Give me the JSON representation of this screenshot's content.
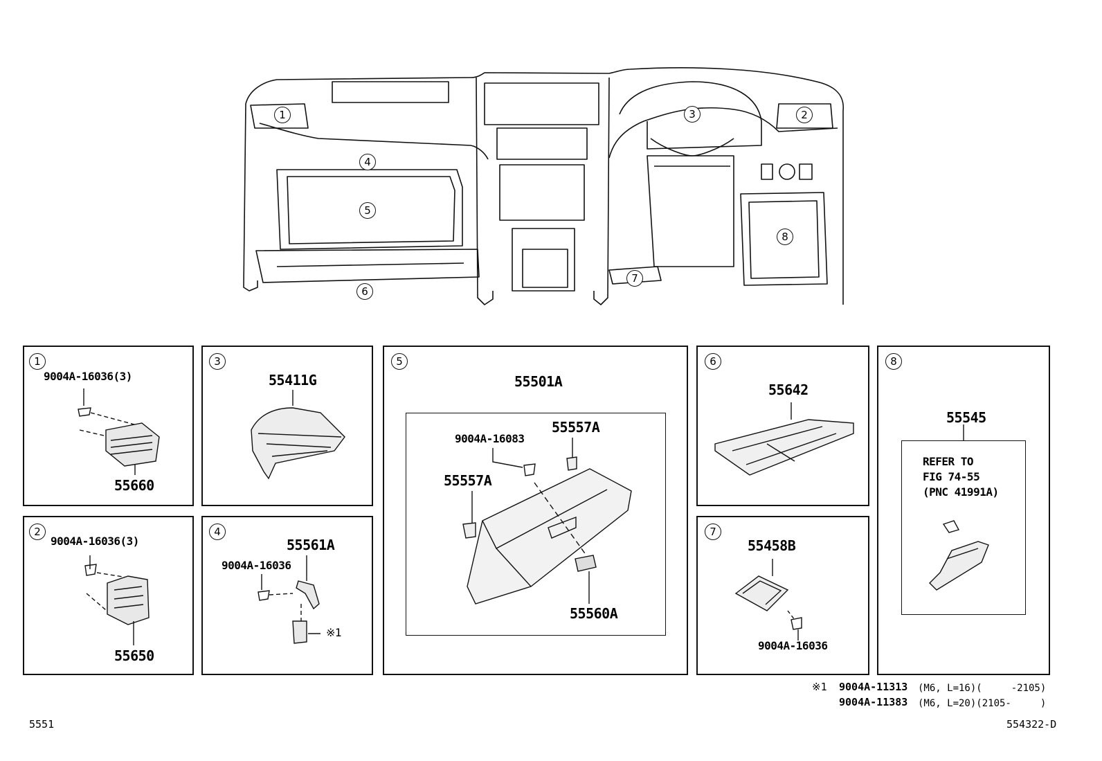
{
  "overview": {
    "callouts": [
      "1",
      "2",
      "3",
      "4",
      "5",
      "6",
      "7",
      "8"
    ]
  },
  "panels": {
    "p1": {
      "num": "1",
      "bolt": "9004A-16036(3)",
      "part": "55660"
    },
    "p2": {
      "num": "2",
      "bolt": "9004A-16036(3)",
      "part": "55650"
    },
    "p3": {
      "num": "3",
      "part": "55411G"
    },
    "p4": {
      "num": "4",
      "bolt": "9004A-16036",
      "part": "55561A",
      "note": "※1"
    },
    "p5": {
      "num": "5",
      "assembly": "55501A",
      "bolt": "9004A-16083",
      "bulb_a": "55557A",
      "bulb_b": "55557A",
      "latch": "55560A"
    },
    "p6": {
      "num": "6",
      "part": "55642"
    },
    "p7": {
      "num": "7",
      "part": "55458B",
      "bolt": "9004A-16036"
    },
    "p8": {
      "num": "8",
      "part": "55545",
      "refer_line1": "REFER TO",
      "refer_line2": "FIG 74-55",
      "refer_line3": "(PNC 41991A)"
    }
  },
  "footnote": {
    "mark": "※1",
    "row1_part": "9004A-11313",
    "row1_spec": "(M6, L=16)(　　　-2105)",
    "row2_part": "9004A-11383",
    "row2_spec": "(M6, L=20)(2105-　　　)"
  },
  "corner": {
    "left": "5551",
    "right": "554322-D"
  }
}
